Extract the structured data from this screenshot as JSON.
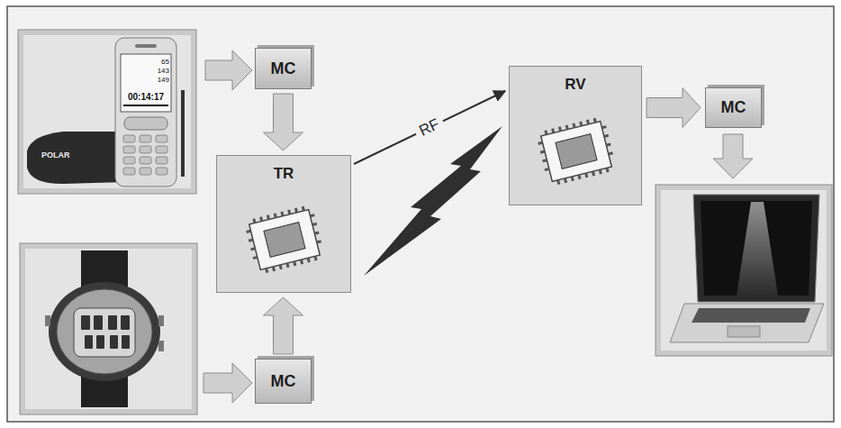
{
  "diagram": {
    "nodes": [
      {
        "text": [
          "MC"
        ]
      },
      {
        "text": [
          "TR"
        ]
      },
      {
        "text": [
          "RV"
        ]
      },
      {
        "text": [
          "MC"
        ]
      },
      {
        "text": [
          "MC"
        ]
      }
    ],
    "edges": [
      {
        "from": 0,
        "to": 1,
        "arrow": "to"
      },
      {
        "from": 4,
        "to": 1,
        "arrow": "to"
      },
      {
        "from": 1,
        "to": 2,
        "label": "RF",
        "arrow": "to"
      },
      {
        "from": 2,
        "to": 3,
        "arrow": "to"
      }
    ],
    "labels": [
      "65",
      "143",
      "149",
      "00:14:17",
      "POLAR"
    ]
  }
}
